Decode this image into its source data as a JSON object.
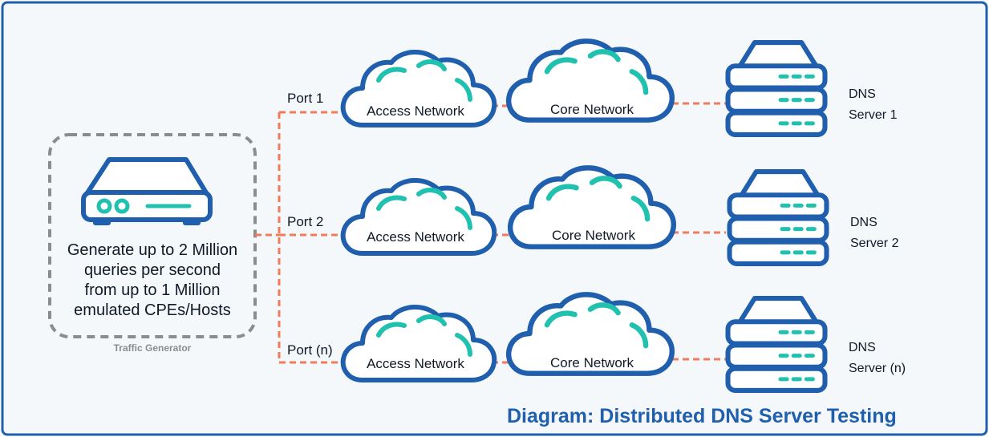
{
  "diagram": {
    "caption": "Diagram: Distributed DNS Server Testing",
    "traffic_generator": {
      "description_lines": [
        "Generate up to 2 Million",
        "queries per second",
        "from up to 1 Million",
        "emulated CPEs/Hosts"
      ],
      "label": "Traffic Generator"
    },
    "rows": [
      {
        "port": "Port 1",
        "access": "Access Network",
        "core": "Core Network",
        "server_line1": "DNS",
        "server_line2": "Server 1"
      },
      {
        "port": "Port 2",
        "access": "Access Network",
        "core": "Core Network",
        "server_line1": "DNS",
        "server_line2": "Server 2"
      },
      {
        "port": "Port (n)",
        "access": "Access Network",
        "core": "Core Network",
        "server_line1": "DNS",
        "server_line2": "Server (n)"
      }
    ],
    "colors": {
      "background": "#f4f8fb",
      "border": "#1f5fae",
      "outline": "#1f5fae",
      "accent": "#21c1b0",
      "link": "#f07c5c",
      "dashed_box": "#8c8c8c",
      "caption": "#1f5fae"
    },
    "icons": [
      "traffic-generator-icon",
      "cloud-icon",
      "server-stack-icon"
    ]
  }
}
